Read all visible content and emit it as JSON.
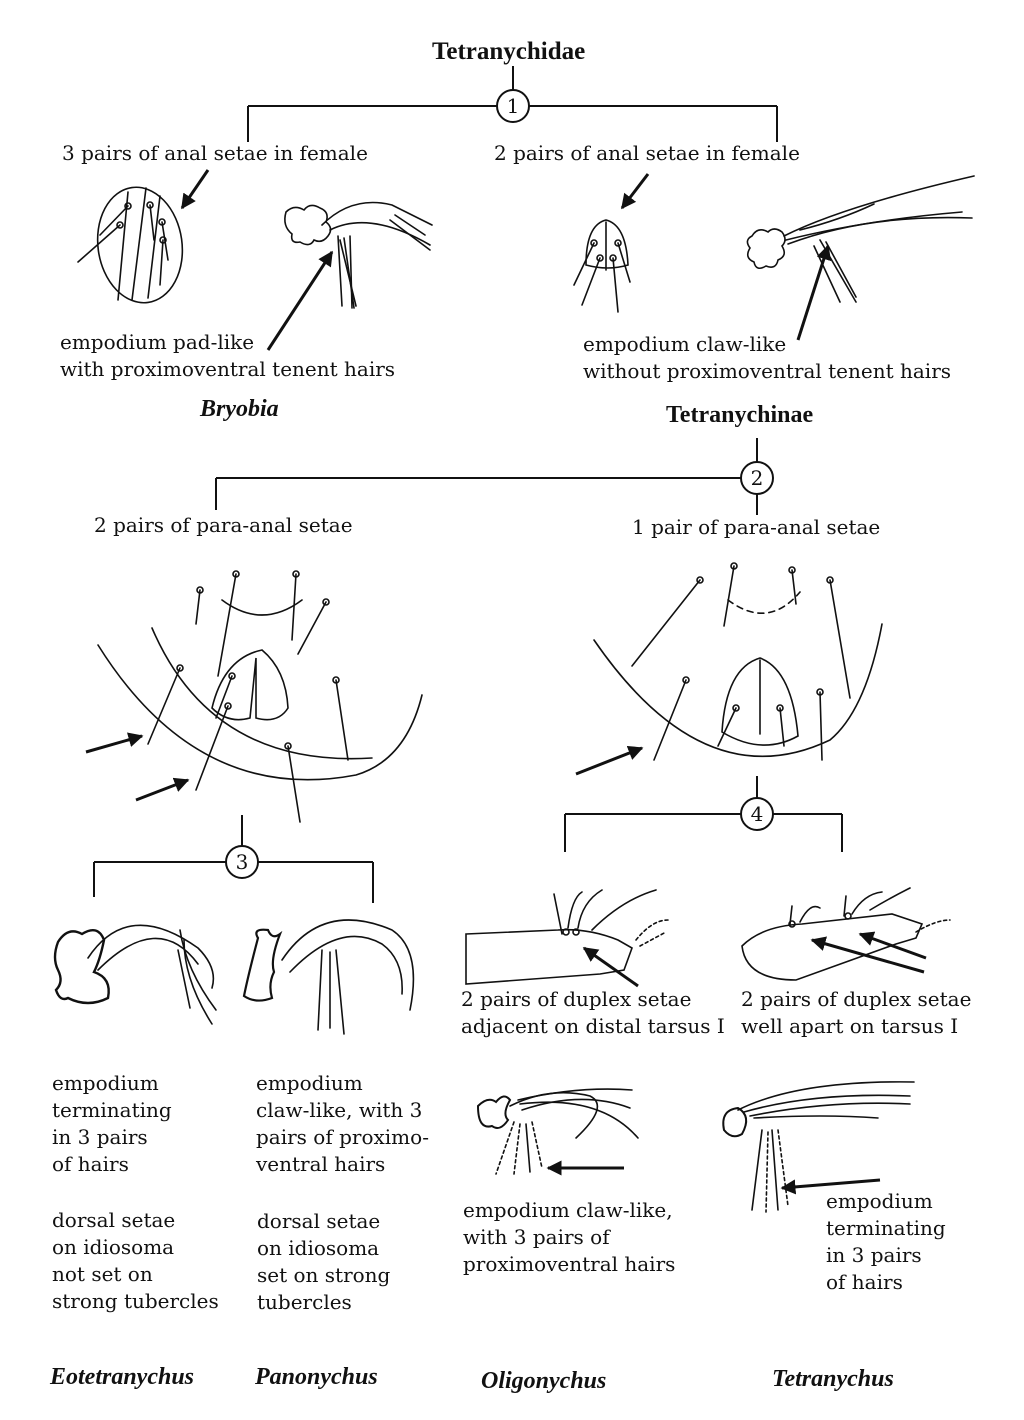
{
  "title": "Tetranychidae",
  "nodes": [
    "1",
    "2",
    "3",
    "4"
  ],
  "couplet1": {
    "left": {
      "anal": "3 pairs of anal setae in female",
      "empodium": "empodium pad-like\nwith proximoventral tenent hairs",
      "taxon": "Bryobia"
    },
    "right": {
      "anal": "2 pairs of anal setae in female",
      "empodium": "empodium claw-like\nwithout proximoventral tenent hairs",
      "taxon": "Tetranychinae"
    }
  },
  "couplet2": {
    "left": "2 pairs of para-anal setae",
    "right": "1 pair of para-anal setae"
  },
  "couplet3": {
    "left": {
      "empodium": "empodium\nterminating\nin 3 pairs\nof hairs",
      "dorsal": "dorsal setae\non idiosoma\nnot set on\nstrong tubercles",
      "taxon": "Eotetranychus"
    },
    "right": {
      "empodium": "empodium\nclaw-like, with 3\npairs of proximo-\nventral hairs",
      "dorsal": "dorsal setae\non idiosoma\nset on strong\ntubercles",
      "taxon": "Panonychus"
    }
  },
  "couplet4": {
    "left": {
      "duplex": "2 pairs of duplex setae\nadjacent on distal tarsus I",
      "empodium": "empodium claw-like,\nwith 3 pairs of\nproximoventral hairs",
      "taxon": "Oligonychus"
    },
    "right": {
      "duplex": "2 pairs of duplex setae\nwell apart on tarsus I",
      "empodium": "empodium\nterminating\nin 3 pairs\nof hairs",
      "taxon": "Tetranychus"
    }
  }
}
